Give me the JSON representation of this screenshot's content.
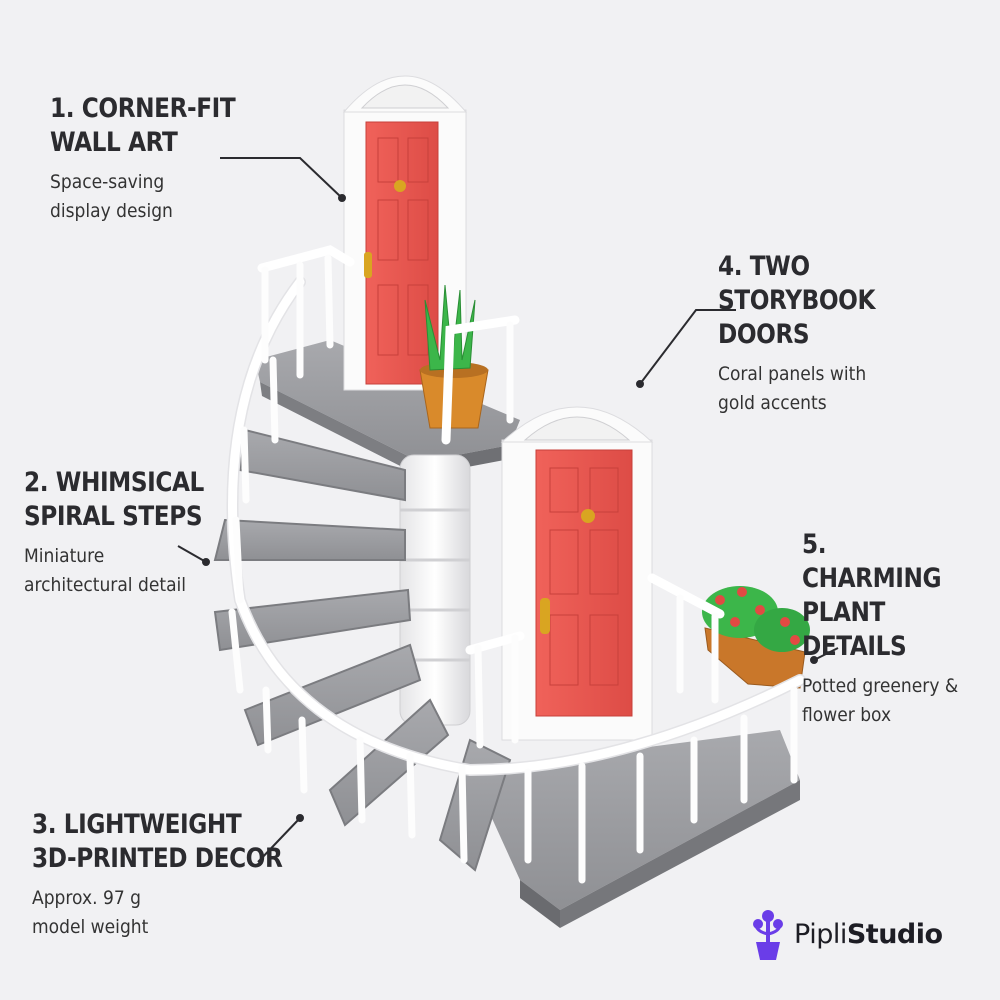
{
  "callouts": [
    {
      "id": "c1",
      "title": "1. CORNER-FIT\nWALL ART",
      "desc": "Space-saving\ndisplay design"
    },
    {
      "id": "c2",
      "title": "2. WHIMSICAL\nSPIRAL STEPS",
      "desc": "Miniature\narchitectural detail"
    },
    {
      "id": "c3",
      "title": "3. LIGHTWEIGHT\n3D-PRINTED DECOR",
      "desc": "Approx. 97 g\nmodel weight"
    },
    {
      "id": "c4",
      "title": "4. TWO STORYBOOK\n    DOORS",
      "desc": "    Coral panels with\n    gold accents"
    },
    {
      "id": "c5",
      "title": "5. CHARMING\nPLANT DETAILS",
      "desc": "  Potted greenery &\n      flower box"
    }
  ],
  "brand": {
    "name_part1": "Pipli",
    "name_part2": "Studio",
    "icon": "flower-pot-logo-icon"
  },
  "colors": {
    "background": "#f1f1f3",
    "door": "#e8554e",
    "step": "#9b9ca0",
    "rail": "#ffffff",
    "brand_purple": "#6a3de8",
    "plant_green": "#3cb64a",
    "pot_orange": "#d98a2b"
  }
}
